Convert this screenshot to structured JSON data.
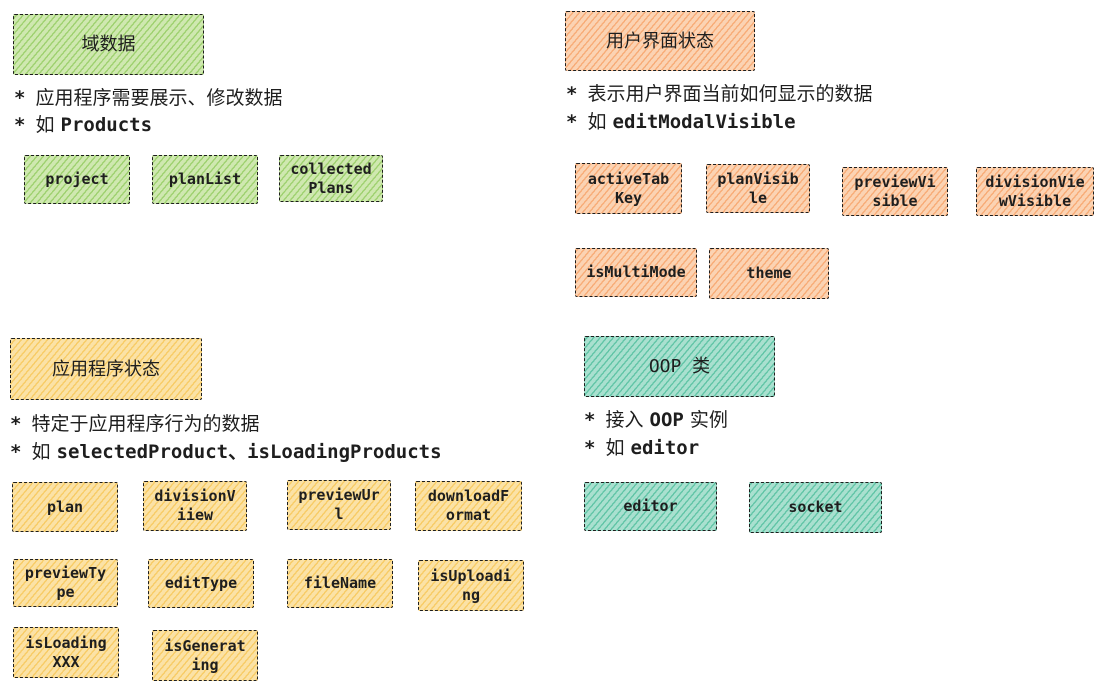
{
  "sections": {
    "domain": {
      "title": "域数据",
      "note1": "应用程序需要展示、修改数据",
      "note2_prefix": "如",
      "note2_code": "Products",
      "items": [
        "project",
        "planList",
        "collected\nPlans"
      ]
    },
    "ui": {
      "title": "用户界面状态",
      "note1": "表示用户界面当前如何显示的数据",
      "note2_prefix": "如",
      "note2_code": "editModalVisible",
      "items": [
        "activeTab\nKey",
        "planVisib\nle",
        "previewVi\nsible",
        "divisionVie\nwVisible",
        "isMultiMode",
        "theme"
      ]
    },
    "app": {
      "title": "应用程序状态",
      "note1": "特定于应用程序行为的数据",
      "note2_prefix": "如",
      "note2_code": "selectedProduct、isLoadingProducts",
      "items": [
        "plan",
        "divisionV\niiew",
        "previewUr\nl",
        "downloadF\normat",
        "previewTy\npe",
        "editType",
        "fileName",
        "isUploadi\nng",
        "isLoading\nXXX",
        "isGenerat\ning"
      ]
    },
    "oop": {
      "title": "OOP 类",
      "note1_prefix": "接入",
      "note1_code": "OOP",
      "note1_suffix": "实例",
      "note2_prefix": "如",
      "note2_code": "editor",
      "items": [
        "editor",
        "socket"
      ]
    }
  },
  "bullet": "*",
  "colors": {
    "green": "#cfe8b0",
    "orange": "#fbd3b3",
    "yellow": "#fbe2a6",
    "teal": "#a9e0cf",
    "stroke": "#1e1e1e"
  }
}
